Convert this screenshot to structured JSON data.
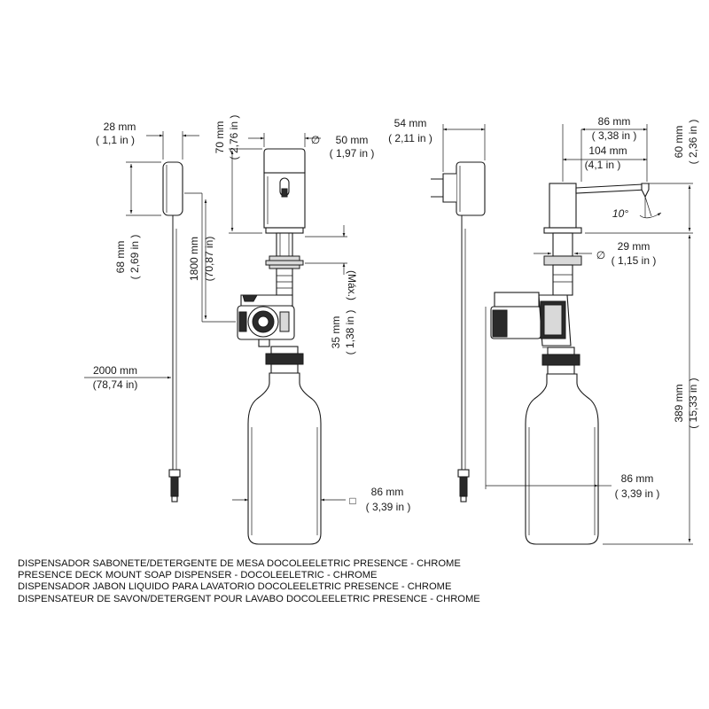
{
  "dimensions": {
    "adapter_width": {
      "value": "28 mm",
      "imperial": "( 1,1 in )"
    },
    "adapter_height": {
      "value": "68 mm",
      "imperial": "( 2,69 in )"
    },
    "cable_length": {
      "value": "2000 mm",
      "imperial": "(78,74 in)"
    },
    "head_height": {
      "value": "70 mm",
      "imperial": "( 2,76 in )"
    },
    "head_diameter": {
      "symbol": "∅",
      "value": "50 mm",
      "imperial": "( 1,97 in )"
    },
    "sensor_cable": {
      "value": "1800 mm",
      "imperial": "(70,87 in)"
    },
    "deck_thickness": {
      "value": "35 mm",
      "qualifier": "(Máx.)",
      "imperial": "( 1,38 in )"
    },
    "bottle_width_front": {
      "symbol": "□",
      "value": "86 mm",
      "imperial": "( 3,39 in )"
    },
    "plug_width": {
      "value": "54 mm",
      "imperial": "( 2,11 in )"
    },
    "spout_reach": {
      "value": "86 mm",
      "imperial": "( 3,38 in )"
    },
    "spout_length": {
      "value": "104 mm",
      "imperial": "(4,1 in )"
    },
    "spout_height": {
      "value": "60 mm",
      "imperial": "( 2,36 in )"
    },
    "spout_angle": {
      "value": "10°"
    },
    "mount_hole": {
      "symbol": "∅",
      "value": "29 mm",
      "imperial": "( 1,15 in )"
    },
    "total_height": {
      "value": "389 mm",
      "imperial": "( 15,33 in )"
    },
    "bottle_width_side": {
      "value": "86 mm",
      "imperial": "( 3,39 in )"
    }
  },
  "caption": [
    "DISPENSADOR SABONETE/DETERGENTE DE MESA DOCOLEELETRIC PRESENCE - CHROME",
    "PRESENCE DECK MOUNT SOAP DISPENSER - DOCOLEELETRIC - CHROME",
    "DISPENSADOR JABON LIQUIDO PARA LAVATORIO DOCOLEELETRIC PRESENCE - CHROME",
    "DISPENSATEUR DE SAVON/DETERGENT POUR LAVABO DOCOLEELETRIC PRESENCE - CHROME"
  ]
}
